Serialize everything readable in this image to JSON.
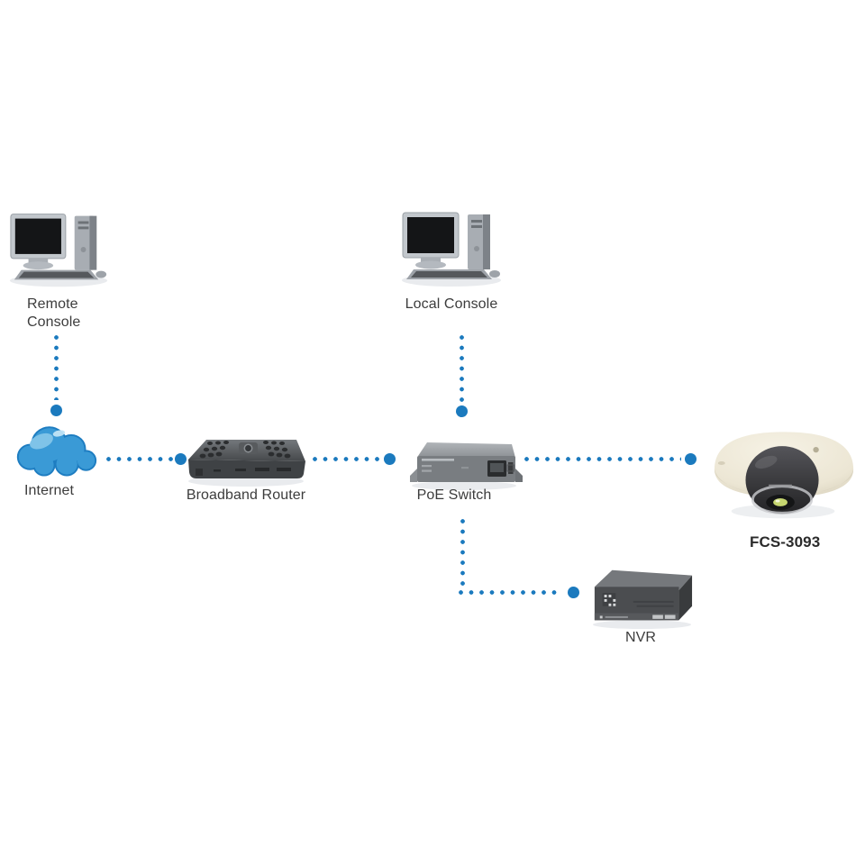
{
  "diagram": {
    "type": "network-topology",
    "device_model": "FCS-3093"
  },
  "colors": {
    "line": "#1b7abe",
    "cloud_fill": "#3a9ad6",
    "cloud_outline": "#1e7dc1",
    "cloud_highlight": "#7fc3e8",
    "label_text": "#3c3c3c"
  },
  "nodes": {
    "remote_console": {
      "label": "Remote\nConsole",
      "icon": "desktop-computer-icon"
    },
    "local_console": {
      "label": "Local Console",
      "icon": "desktop-computer-icon"
    },
    "internet": {
      "label": "Internet",
      "icon": "cloud-icon"
    },
    "broadband_router d": {
      "label": "",
      "icon": ""
    },
    "broadband_router": {
      "label": "Broadband Router",
      "icon": "router-icon"
    },
    "poe_switch": {
      "label": "PoE Switch",
      "icon": "poe-switch-icon"
    },
    "camera": {
      "label": "FCS-3093",
      "icon": "dome-camera-icon"
    },
    "nvr": {
      "label": "NVR",
      "icon": "nvr-icon"
    }
  },
  "connections": [
    {
      "from": "remote_console",
      "to": "internet"
    },
    {
      "from": "internet",
      "to": "broadband_router"
    },
    {
      "from": "broadband_router",
      "to": "poe_switch"
    },
    {
      "from": "local_console",
      "to": "poe_switch"
    },
    {
      "from": "poe_switch",
      "to": "camera"
    },
    {
      "from": "poe_switch",
      "to": "nvr"
    }
  ]
}
